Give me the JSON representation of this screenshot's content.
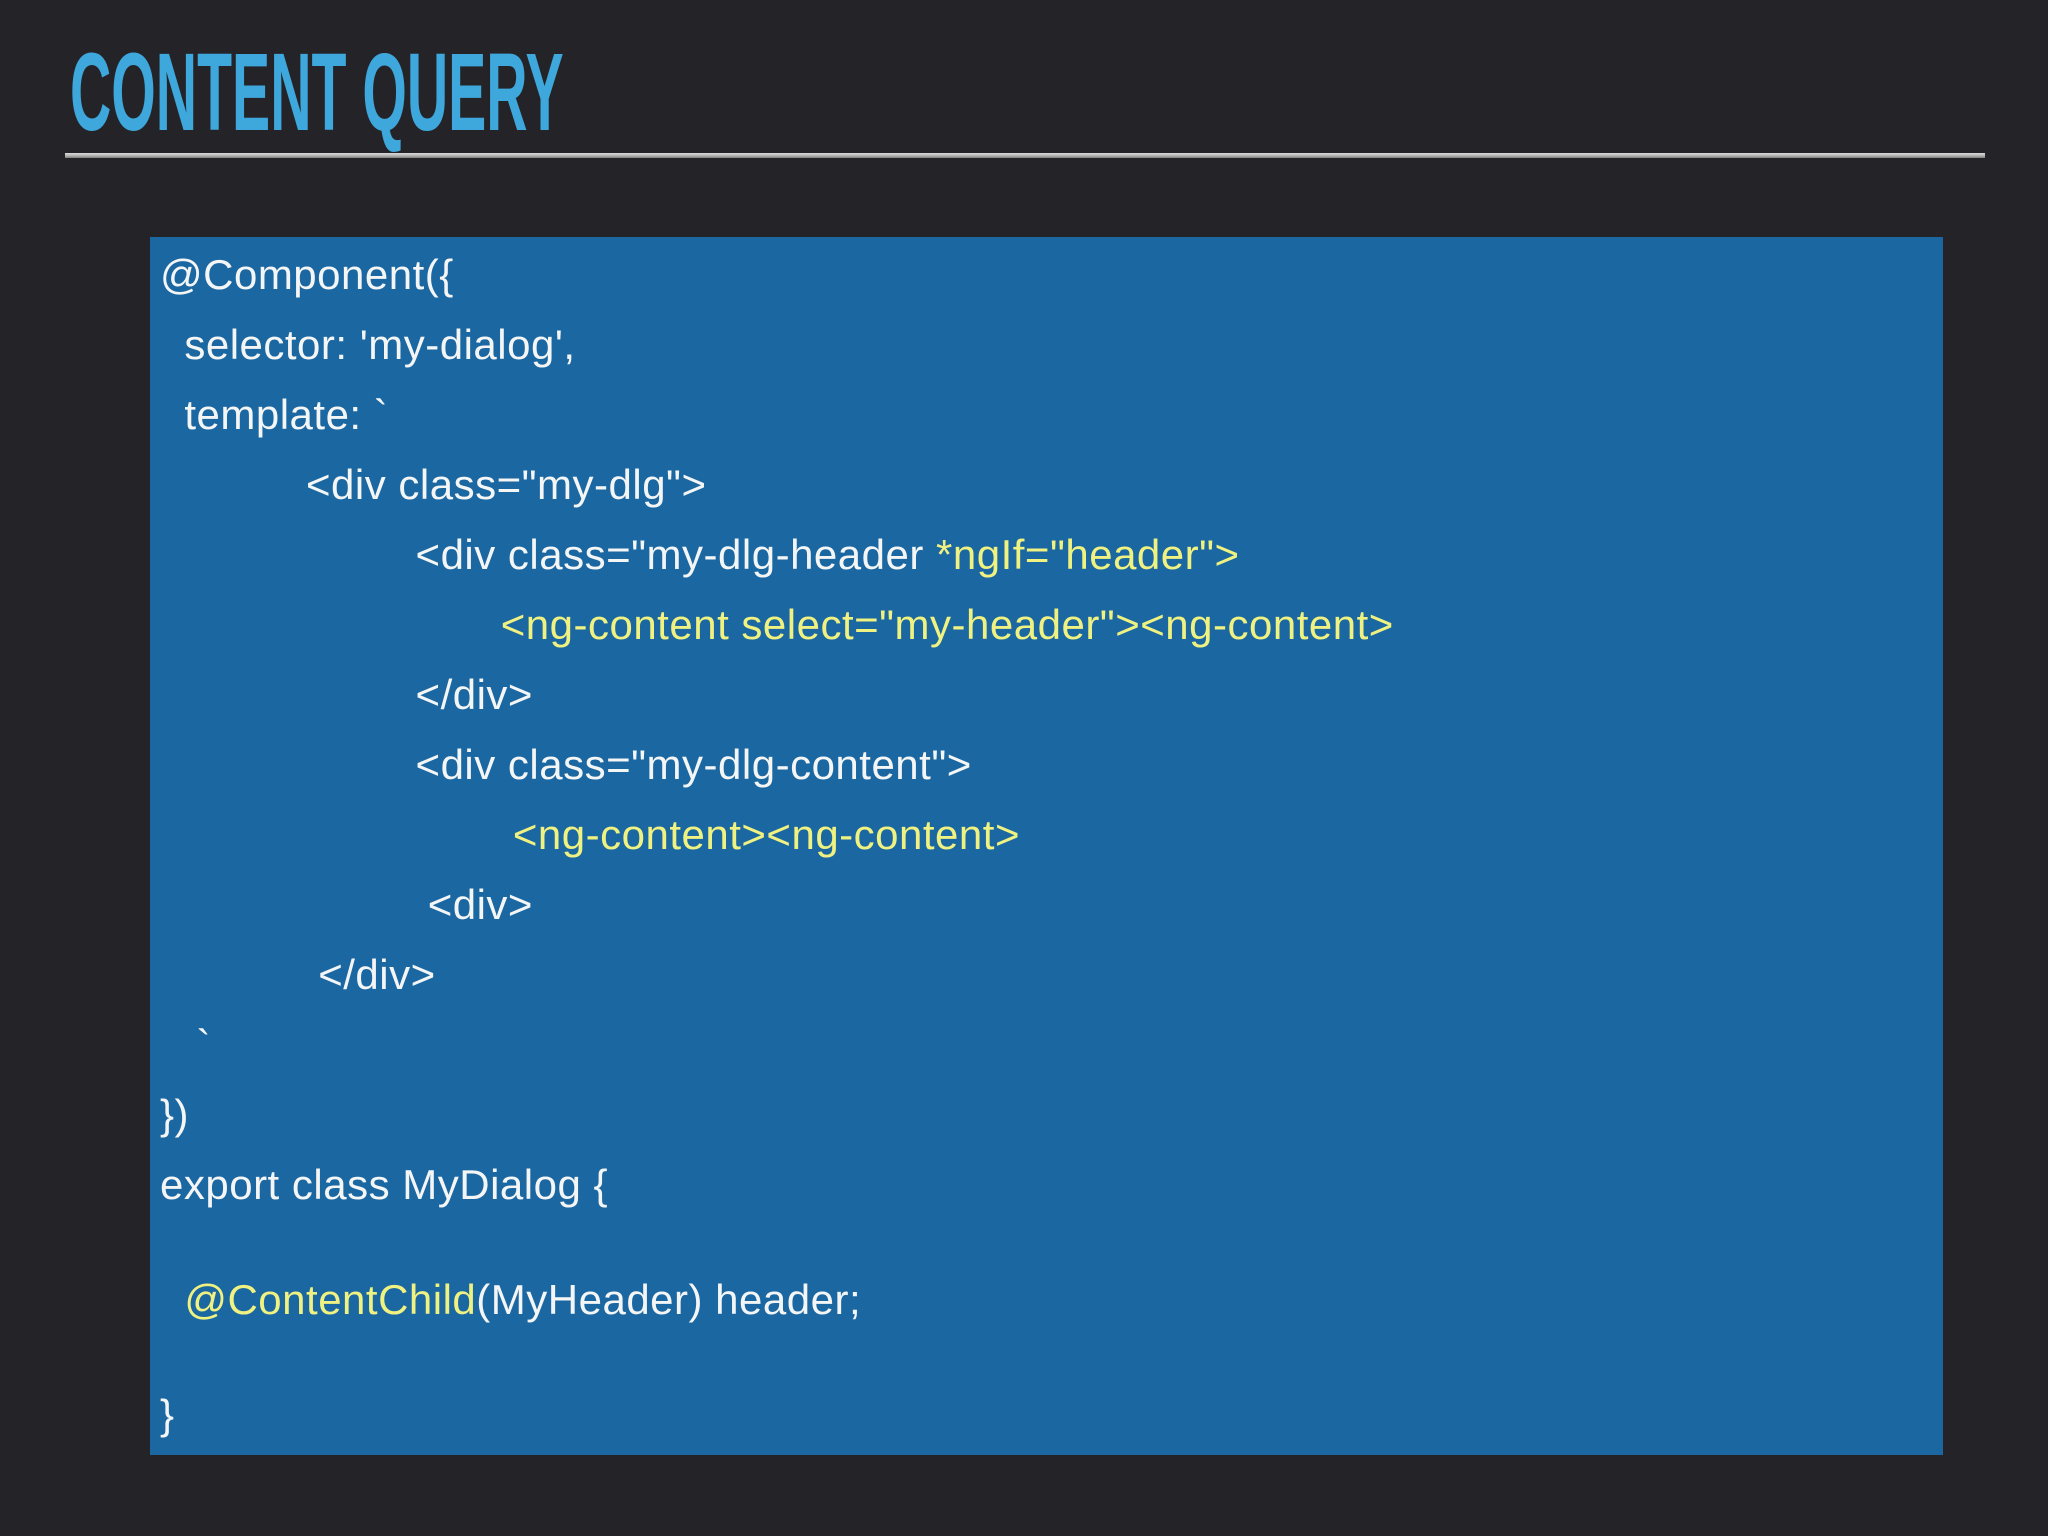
{
  "slide": {
    "title": "CONTENT QUERY"
  },
  "colors": {
    "background": "#242428",
    "title": "#3EA7DC",
    "rule": "#BDBDBD",
    "code_bg": "#1B67A2",
    "code_text": "#F4F6F6",
    "code_highlight": "#EFF180"
  },
  "code_block": {
    "language": "angular-typescript",
    "lines": [
      {
        "segments": [
          {
            "t": "@Component({",
            "c": "white"
          }
        ]
      },
      {
        "segments": [
          {
            "t": "  selector: 'my-dialog',",
            "c": "white"
          }
        ]
      },
      {
        "segments": [
          {
            "t": "  template: `",
            "c": "white"
          }
        ]
      },
      {
        "segments": [
          {
            "t": "            <div class=\"my-dlg\">",
            "c": "white"
          }
        ]
      },
      {
        "segments": [
          {
            "t": "                     <div class=\"my-dlg-header ",
            "c": "white"
          },
          {
            "t": "*ngIf=\"header\">",
            "c": "yellow"
          }
        ]
      },
      {
        "segments": [
          {
            "t": "                            ",
            "c": "white"
          },
          {
            "t": "<ng-content select=\"my-header\"><ng-content>",
            "c": "yellow"
          }
        ]
      },
      {
        "segments": [
          {
            "t": "                     </div>",
            "c": "white"
          }
        ]
      },
      {
        "segments": [
          {
            "t": "                     <div class=\"my-dlg-content\">",
            "c": "white"
          }
        ]
      },
      {
        "segments": [
          {
            "t": "                             ",
            "c": "white"
          },
          {
            "t": "<ng-content><ng-content>",
            "c": "yellow"
          }
        ]
      },
      {
        "segments": [
          {
            "t": "                      <div>",
            "c": "white"
          }
        ]
      },
      {
        "segments": [
          {
            "t": "             </div>",
            "c": "white"
          }
        ]
      },
      {
        "segments": [
          {
            "t": "   `",
            "c": "white"
          }
        ]
      },
      {
        "segments": [
          {
            "t": "})",
            "c": "white"
          }
        ]
      },
      {
        "segments": [
          {
            "t": "export class MyDialog {",
            "c": "white"
          }
        ]
      },
      {
        "blank": true
      },
      {
        "segments": [
          {
            "t": "  ",
            "c": "white"
          },
          {
            "t": "@ContentChild",
            "c": "yellow"
          },
          {
            "t": "(MyHeader) header;",
            "c": "white"
          }
        ]
      },
      {
        "blank": true
      },
      {
        "segments": [
          {
            "t": "}",
            "c": "white"
          }
        ]
      }
    ]
  }
}
